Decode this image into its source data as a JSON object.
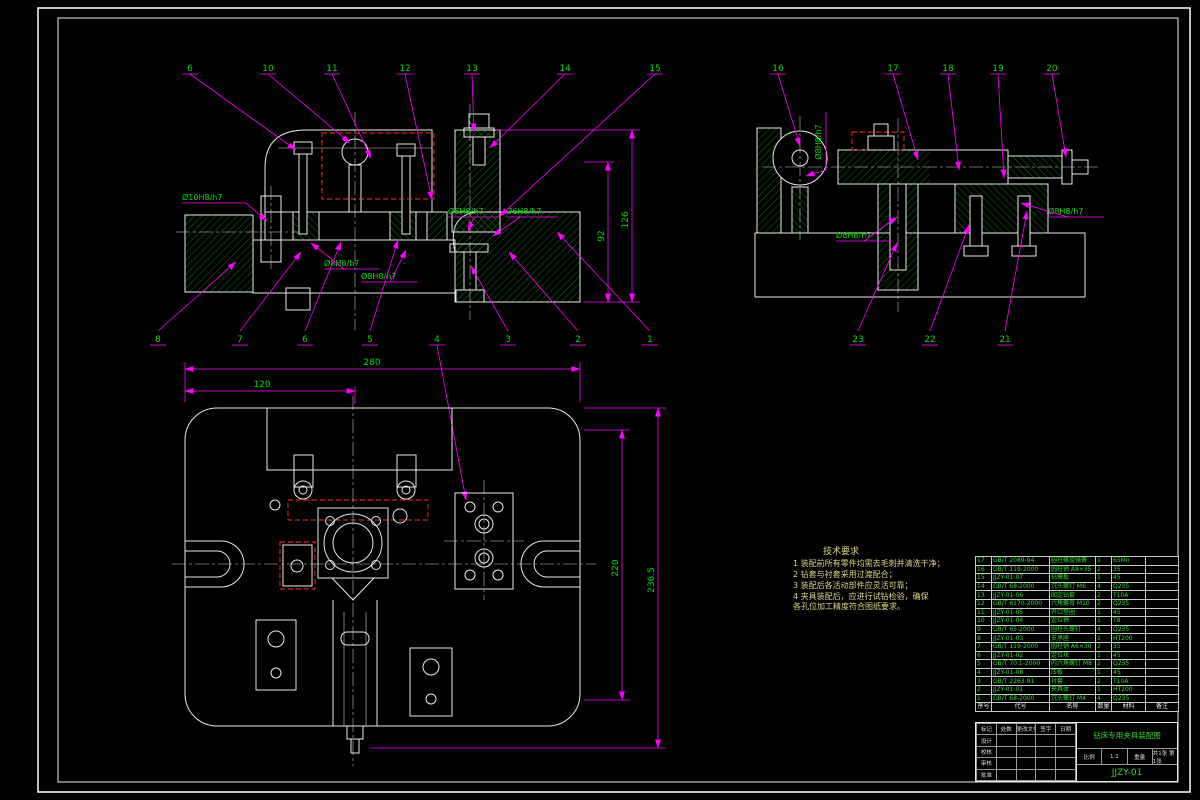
{
  "colors": {
    "background": "#000000",
    "line": "#e9e9e9",
    "dimension": "#ff00ff",
    "text_green": "#00dc00",
    "hidden_red": "#ff2d2d",
    "hatch_green": "#1f9e1f",
    "tech_text": "#d9d687"
  },
  "drawing": {
    "callouts": {
      "front_top": [
        "6",
        "10",
        "11",
        "12",
        "13",
        "14",
        "15"
      ],
      "front_bottom": [
        "8",
        "7",
        "6",
        "5",
        "4",
        "3",
        "2",
        "1"
      ],
      "side_top": [
        "16",
        "17",
        "18",
        "19",
        "20"
      ],
      "side_bottom": [
        "23",
        "22",
        "21"
      ]
    },
    "front_labels": [
      "Ø10H8/h7",
      "Ø8H8/h7",
      "Ø8H8/h7",
      "Ø6H8/h7",
      "Ø6H8/h7"
    ],
    "side_labels": [
      "Ø8H8/h7",
      "Ø8H8/h7",
      "Ø8H8/h7"
    ],
    "front_dims": [
      "92",
      "126"
    ],
    "plan_dims": [
      "280",
      "120",
      "220",
      "236.5"
    ]
  },
  "tech": {
    "title": "技术要求",
    "lines": [
      "1 装配前所有零件均需去毛刺并清洗干净；",
      "2 钻套与衬套采用过渡配合；",
      "3 装配后各活动部件应灵活可靠；",
      "4 夹具装配后，应进行试钻检验，确保",
      "各孔位加工精度符合图纸要求。"
    ]
  },
  "bom": {
    "headers": [
      "序号",
      "代号",
      "名称",
      "数量",
      "材料",
      "备注"
    ],
    "rows": [
      [
        "17",
        "GB/T 2089-94",
        "圆柱螺旋弹簧",
        "1",
        "65Mn",
        ""
      ],
      [
        "16",
        "GB/T 119-2000",
        "圆柱销 A8×35",
        "2",
        "35",
        ""
      ],
      [
        "15",
        "JJZY-01-07",
        "钻模板",
        "1",
        "45",
        ""
      ],
      [
        "14",
        "GB/T 68-2000",
        "沉头螺钉 M6",
        "4",
        "Q235",
        ""
      ],
      [
        "13",
        "JJZY-01-06",
        "固定钻套",
        "2",
        "T10A",
        ""
      ],
      [
        "12",
        "GB/T 6170-2000",
        "六角螺母 M10",
        "2",
        "Q235",
        ""
      ],
      [
        "11",
        "JJZY-01-05",
        "开口垫圈",
        "1",
        "45",
        ""
      ],
      [
        "10",
        "JJZY-01-04",
        "定位销",
        "1",
        "T8",
        ""
      ],
      [
        "9",
        "GB/T 65-2000",
        "圆柱头螺钉",
        "4",
        "Q235",
        ""
      ],
      [
        "8",
        "JJZY-01-03",
        "支承座",
        "1",
        "HT200",
        ""
      ],
      [
        "7",
        "GB/T 119-2000",
        "圆柱销 A6×30",
        "2",
        "35",
        ""
      ],
      [
        "6",
        "JJZY-01-02",
        "定位块",
        "1",
        "45",
        ""
      ],
      [
        "5",
        "GB/T 70.1-2000",
        "内六角螺钉 M8",
        "2",
        "Q235",
        ""
      ],
      [
        "4",
        "JJZY-01-08",
        "压板",
        "1",
        "45",
        ""
      ],
      [
        "3",
        "GB/T 2263-91",
        "衬套",
        "2",
        "T10A",
        ""
      ],
      [
        "2",
        "JJZY-01-01",
        "夹具体",
        "1",
        "HT200",
        ""
      ],
      [
        "1",
        "GB/T 68-2000",
        "沉头螺钉 M4",
        "4",
        "Q235",
        ""
      ]
    ]
  },
  "title_block": {
    "left_rows": [
      [
        "标记",
        "处数",
        "更改文件号",
        "签字",
        "日期"
      ],
      [
        "设计",
        "",
        "",
        "",
        ""
      ],
      [
        "校核",
        "",
        "",
        "",
        ""
      ],
      [
        "审核",
        "",
        "",
        "",
        ""
      ],
      [
        "批准",
        "",
        "",
        "",
        ""
      ]
    ],
    "title": "钻床专用夹具装配图",
    "drawing_no": "JJZY-01",
    "scale_label": "比例",
    "scale": "1:1",
    "weight_label": "重量",
    "sheet": "共1张 第1张"
  }
}
